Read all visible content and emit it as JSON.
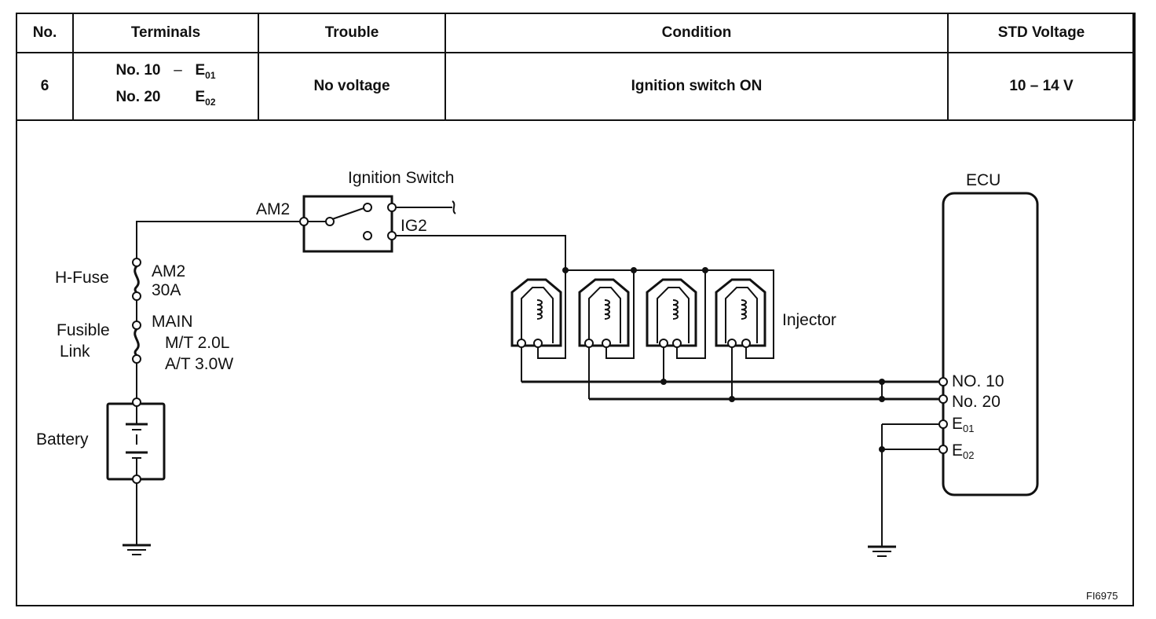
{
  "table": {
    "headers": {
      "no": "No.",
      "terminals": "Terminals",
      "trouble": "Trouble",
      "condition": "Condition",
      "std_voltage": "STD Voltage"
    },
    "row": {
      "no": "6",
      "terminal_1_a": "No. 10",
      "terminal_1_sep": "–",
      "terminal_1_b": "E",
      "terminal_1_b_sub": "01",
      "terminal_2_a": "No. 20",
      "terminal_2_b": "E",
      "terminal_2_b_sub": "02",
      "trouble": "No voltage",
      "condition": "Ignition switch ON",
      "std_voltage": "10 – 14 V"
    }
  },
  "diagram": {
    "ignition_switch": "Ignition Switch",
    "am2_terminal": "AM2",
    "ig2_terminal": "IG2",
    "h_fuse": "H-Fuse",
    "h_fuse_name": "AM2",
    "h_fuse_rating": "30A",
    "fusible_link_1": "Fusible",
    "fusible_link_2": "Link",
    "main_label": "MAIN",
    "mt_label": "M/T 2.0L",
    "at_label": "A/T 3.0W",
    "battery": "Battery",
    "injector": "Injector",
    "ecu": "ECU",
    "ecu_no10": "NO. 10",
    "ecu_no20": "No. 20",
    "ecu_e01": "E",
    "ecu_e01_sub": "01",
    "ecu_e02": "E",
    "ecu_e02_sub": "02",
    "figure_id": "FI6975"
  }
}
